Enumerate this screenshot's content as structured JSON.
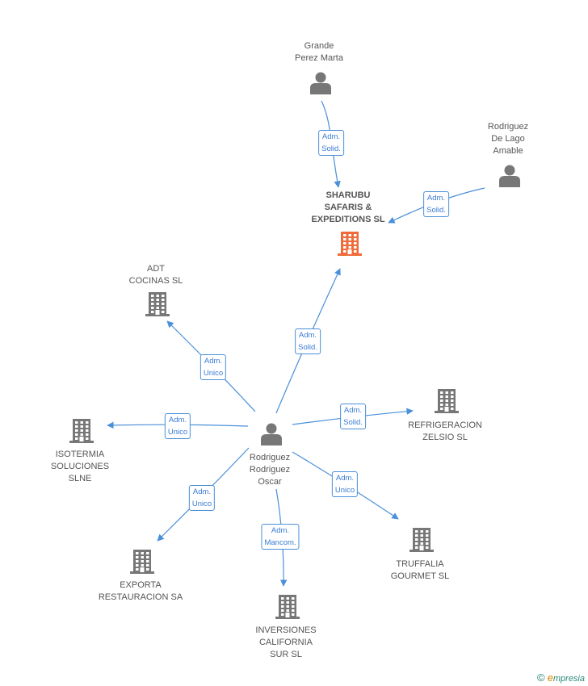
{
  "colors": {
    "edge": "#4a8fd9",
    "node": "#777777",
    "main_company": "#f06a3a",
    "text": "#555555",
    "rel_text": "#3a7bd5"
  },
  "nodes": [
    {
      "id": "grande",
      "kind": "person",
      "label": "Grande\nPerez Marta"
    },
    {
      "id": "rodriguez_lago",
      "kind": "person",
      "label": "Rodriguez\nDe Lago\nAmable"
    },
    {
      "id": "sharubu",
      "kind": "company-main",
      "label": "SHARUBU\nSAFARIS &\nEXPEDITIONS SL"
    },
    {
      "id": "adt",
      "kind": "company",
      "label": "ADT\nCOCINAS SL"
    },
    {
      "id": "oscar",
      "kind": "person",
      "label": "Rodriguez\nRodriguez\nOscar"
    },
    {
      "id": "isotermia",
      "kind": "company",
      "label": "ISOTERMIA\nSOLUCIONES\nSLNE"
    },
    {
      "id": "refrigeracion",
      "kind": "company",
      "label": "REFRIGERACION\nZELSIO SL"
    },
    {
      "id": "exporta",
      "kind": "company",
      "label": "EXPORTA\nRESTAURACION SA"
    },
    {
      "id": "truffalia",
      "kind": "company",
      "label": "TRUFFALIA\nGOURMET  SL"
    },
    {
      "id": "inversiones",
      "kind": "company",
      "label": "INVERSIONES\nCALIFORNIA\nSUR SL"
    }
  ],
  "edges": [
    {
      "from": "grande",
      "to": "sharubu",
      "label": "Adm.\nSolid."
    },
    {
      "from": "rodriguez_lago",
      "to": "sharubu",
      "label": "Adm.\nSolid."
    },
    {
      "from": "oscar",
      "to": "sharubu",
      "label": "Adm.\nSolid."
    },
    {
      "from": "oscar",
      "to": "adt",
      "label": "Adm.\nUnico"
    },
    {
      "from": "oscar",
      "to": "isotermia",
      "label": "Adm.\nUnico"
    },
    {
      "from": "oscar",
      "to": "refrigeracion",
      "label": "Adm.\nSolid."
    },
    {
      "from": "oscar",
      "to": "exporta",
      "label": "Adm.\nUnico"
    },
    {
      "from": "oscar",
      "to": "truffalia",
      "label": "Adm.\nUnico"
    },
    {
      "from": "oscar",
      "to": "inversiones",
      "label": "Adm.\nMancom."
    }
  ],
  "brand": {
    "copyright": "©",
    "initial": "e",
    "name": "mpresia"
  }
}
